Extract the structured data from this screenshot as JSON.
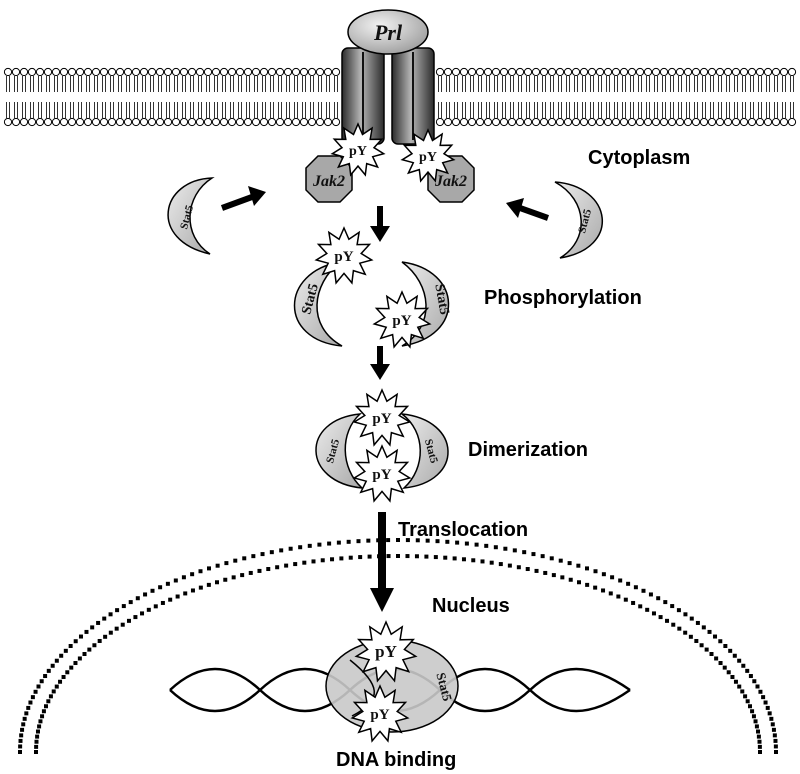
{
  "labels": {
    "ligand": "Prl",
    "kinase": "Jak2",
    "phospho": "pY",
    "stat": "Stat5",
    "cytoplasm": "Cytoplasm",
    "phosphorylation": "Phosphorylation",
    "dimerization": "Dimerization",
    "translocation": "Translocation",
    "nucleus": "Nucleus",
    "dna_binding": "DNA binding"
  },
  "colors": {
    "protein_fill": "#cfcfcf",
    "kinase_fill": "#a8a8a8",
    "receptor_dark": "#3a3a3a",
    "receptor_light": "#9a9a9a",
    "ink": "#000000"
  }
}
